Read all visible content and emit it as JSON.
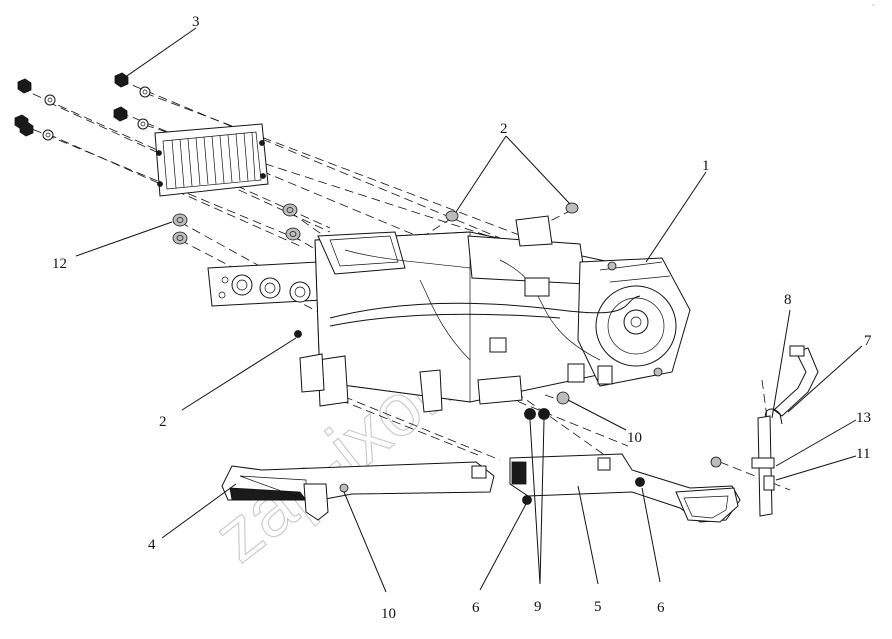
{
  "watermark": "zap-ixom.ru",
  "corner_mark": "°⁻",
  "callouts": [
    {
      "id": "c1",
      "label": "1"
    },
    {
      "id": "c2a",
      "label": "2"
    },
    {
      "id": "c2b",
      "label": "2"
    },
    {
      "id": "c3",
      "label": "3"
    },
    {
      "id": "c4",
      "label": "4"
    },
    {
      "id": "c5",
      "label": "5"
    },
    {
      "id": "c6a",
      "label": "6"
    },
    {
      "id": "c6b",
      "label": "6"
    },
    {
      "id": "c7",
      "label": "7"
    },
    {
      "id": "c8",
      "label": "8"
    },
    {
      "id": "c9",
      "label": "9"
    },
    {
      "id": "c10a",
      "label": "10"
    },
    {
      "id": "c10b",
      "label": "10"
    },
    {
      "id": "c11",
      "label": "11"
    },
    {
      "id": "c12",
      "label": "12"
    },
    {
      "id": "c13",
      "label": "13"
    }
  ]
}
